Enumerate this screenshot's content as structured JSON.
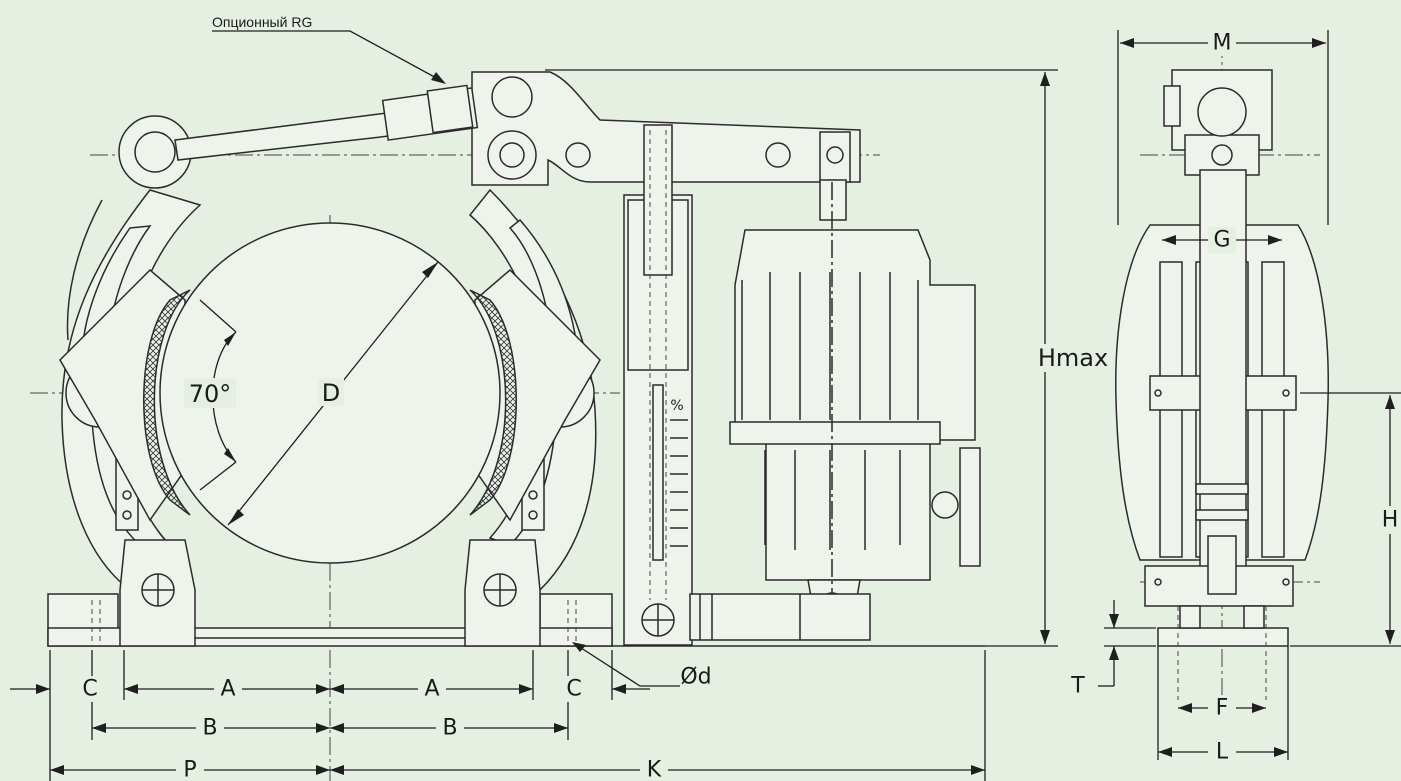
{
  "annotation": {
    "optional_rg": "Опционный RG"
  },
  "dimensions": {
    "drum_diameter": "D",
    "shoe_angle": "70°",
    "hmax": "Hmax",
    "h": "H",
    "m": "M",
    "g": "G",
    "f": "F",
    "l": "L",
    "t": "T",
    "a": "A",
    "b": "B",
    "c": "C",
    "p": "P",
    "k": "K",
    "bolt_hole": "Ød"
  },
  "scale_mark": "%",
  "colors": {
    "background": "#e6f0e2",
    "line": "#2b2b2b"
  }
}
